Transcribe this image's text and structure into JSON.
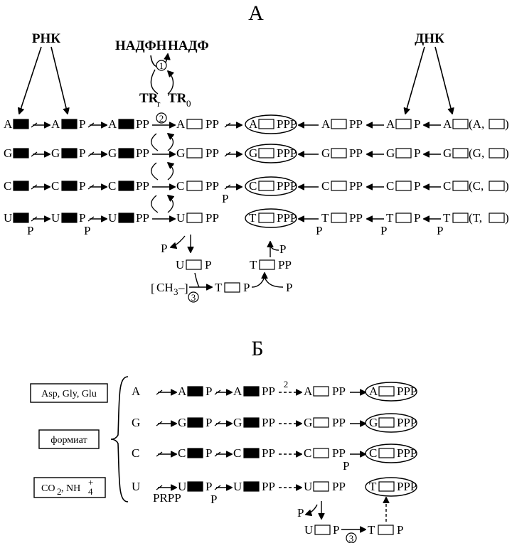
{
  "panel_a": {
    "title": "А",
    "rna": "РНК",
    "dna": "ДНК",
    "nadph": "НАДФН",
    "nadp": "НАДФ",
    "tr_r": "TR",
    "tr_r_sub": "r",
    "tr_o": "TR",
    "tr_o_sub": "0",
    "step1": "1",
    "step2": "2",
    "step3": "3",
    "rows": [
      {
        "base": "A",
        "dna_tail": "(A, ",
        "p_under": false
      },
      {
        "base": "G",
        "dna_tail": "(G, ",
        "p_under": false
      },
      {
        "base": "C",
        "dna_tail": "(C, ",
        "p_under": false
      },
      {
        "base": "U",
        "dna_tail": "(T, ",
        "p_under": true
      }
    ],
    "t_base": "T",
    "p": "P",
    "pp": "PP",
    "ppp": "PPP",
    "close_paren": ")",
    "u": "U",
    "ch3": "CH",
    "ch3_sub": "3",
    "ch3_dash": "–"
  },
  "panel_b": {
    "title": "Б",
    "sources": [
      "Asp, Gly, Glu",
      "формиат",
      "CO"
    ],
    "co2_sub": "2",
    "nh4": ", NH",
    "nh4_sub": "4",
    "nh4_sup": "+",
    "rows": [
      "A",
      "G",
      "C",
      "U"
    ],
    "prpp": "PRPP",
    "t": "T",
    "p": "P",
    "pp": "PP",
    "ppp": "PPP",
    "step2": "2",
    "step3": "3"
  }
}
